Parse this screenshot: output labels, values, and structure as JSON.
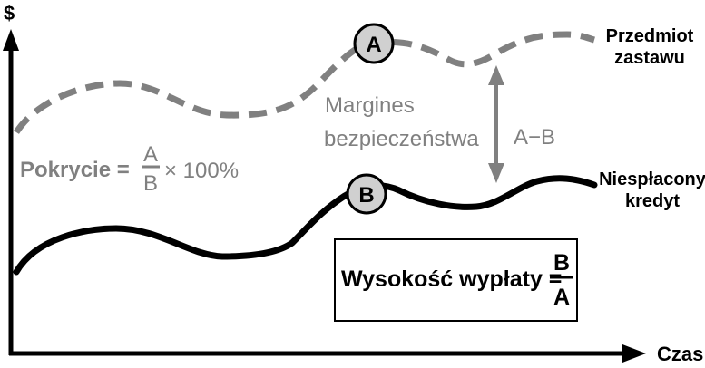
{
  "axes": {
    "y_label": "$",
    "x_label": "Czas"
  },
  "curves": {
    "collateral": {
      "label_line1": "Przedmiot",
      "label_line2": "zastawu",
      "color": "#808080",
      "style": "dashed"
    },
    "loan": {
      "label_line1": "Niespłacony",
      "label_line2": "kredyt",
      "color": "#000000",
      "style": "solid"
    }
  },
  "markers": {
    "a": {
      "letter": "A",
      "fill": "#d0d0d0"
    },
    "b": {
      "letter": "B",
      "fill": "#d0d0d0"
    }
  },
  "margin": {
    "label_line1": "Margines",
    "label_line2": "bezpieczeństwa",
    "difference": "A−B",
    "color": "#808080"
  },
  "coverage_formula": {
    "prefix": "Pokrycie =",
    "numerator": "A",
    "denominator": "B",
    "suffix": "× 100%",
    "color": "#808080"
  },
  "payout_formula": {
    "prefix": "Wysokość wypłaty =",
    "numerator": "B",
    "denominator": "A",
    "color": "#000000"
  }
}
